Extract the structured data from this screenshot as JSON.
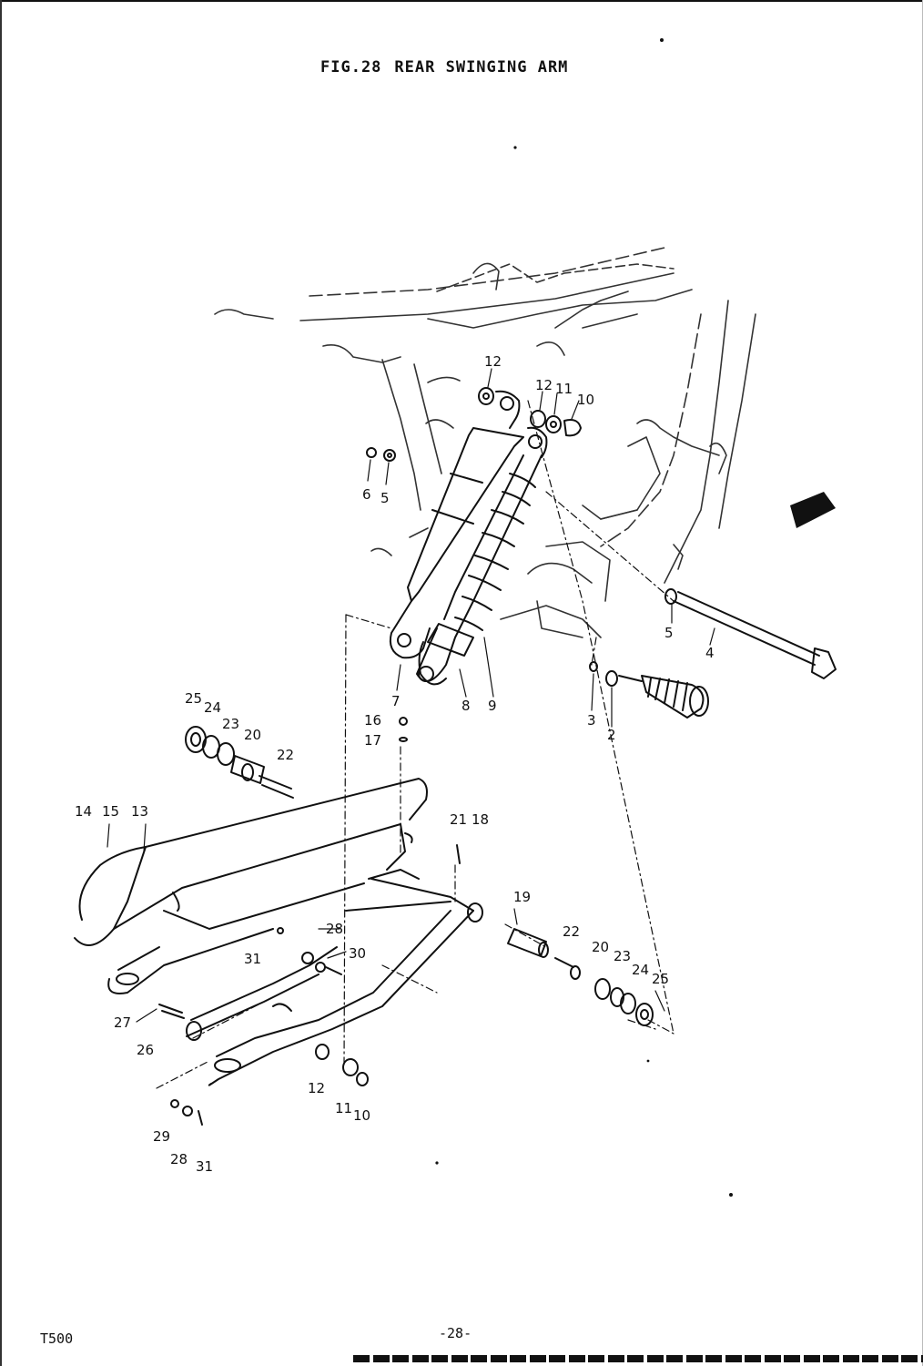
{
  "title": {
    "fig": "FIG.28",
    "name": "REAR SWINGING ARM"
  },
  "footer": {
    "model": "T500",
    "page": "-28-"
  },
  "callouts": [
    {
      "id": "c12a",
      "text": "12"
    },
    {
      "id": "c12b",
      "text": "12"
    },
    {
      "id": "c11a",
      "text": "11"
    },
    {
      "id": "c10a",
      "text": "10"
    },
    {
      "id": "c6",
      "text": "6"
    },
    {
      "id": "c5a",
      "text": "5"
    },
    {
      "id": "c5b",
      "text": "5"
    },
    {
      "id": "c4",
      "text": "4"
    },
    {
      "id": "c7",
      "text": "7"
    },
    {
      "id": "c8",
      "text": "8"
    },
    {
      "id": "c9",
      "text": "9"
    },
    {
      "id": "c3",
      "text": "3"
    },
    {
      "id": "c2",
      "text": "2"
    },
    {
      "id": "c25a",
      "text": "25"
    },
    {
      "id": "c24a",
      "text": "24"
    },
    {
      "id": "c23a",
      "text": "23"
    },
    {
      "id": "c20a",
      "text": "20"
    },
    {
      "id": "c22a",
      "text": "22"
    },
    {
      "id": "c16",
      "text": "16"
    },
    {
      "id": "c17",
      "text": "17"
    },
    {
      "id": "c14",
      "text": "14"
    },
    {
      "id": "c15",
      "text": "15"
    },
    {
      "id": "c13",
      "text": "13"
    },
    {
      "id": "c21",
      "text": "21"
    },
    {
      "id": "c18",
      "text": "18"
    },
    {
      "id": "c19",
      "text": "19"
    },
    {
      "id": "c22b",
      "text": "22"
    },
    {
      "id": "c20b",
      "text": "20"
    },
    {
      "id": "c23b",
      "text": "23"
    },
    {
      "id": "c24b",
      "text": "24"
    },
    {
      "id": "c25b",
      "text": "25"
    },
    {
      "id": "c28a",
      "text": "28"
    },
    {
      "id": "c31a",
      "text": "31"
    },
    {
      "id": "c30",
      "text": "30"
    },
    {
      "id": "c27",
      "text": "27"
    },
    {
      "id": "c26",
      "text": "26"
    },
    {
      "id": "c12c",
      "text": "12"
    },
    {
      "id": "c11b",
      "text": "11"
    },
    {
      "id": "c10b",
      "text": "10"
    },
    {
      "id": "c29",
      "text": "29"
    },
    {
      "id": "c28b",
      "text": "28"
    },
    {
      "id": "c31b",
      "text": "31"
    }
  ]
}
